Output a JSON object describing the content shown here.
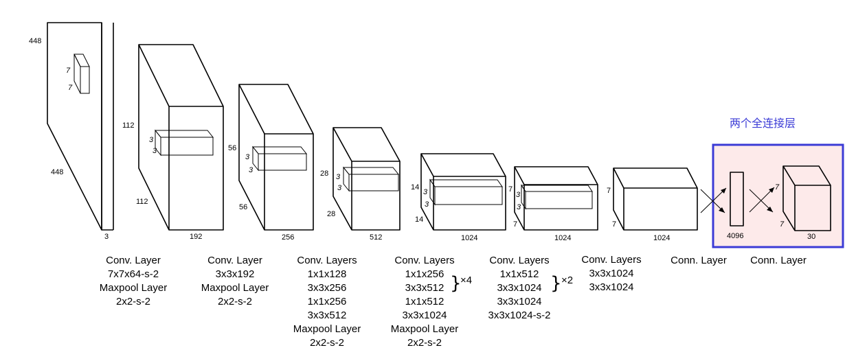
{
  "colors": {
    "annotation": "#3b3bd6",
    "highlight_fill": "#fdeaea",
    "highlight_stroke": "#3b3bd6"
  },
  "dims": {
    "input_h": "448",
    "input_w": "448",
    "input_d": "3",
    "k1_h": "7",
    "k1_w": "7",
    "b1_h": "112",
    "b1_w": "112",
    "b1_d": "192",
    "b1_k_h": "3",
    "b1_k_w": "3",
    "b2_h": "56",
    "b2_w": "56",
    "b2_d": "256",
    "b2_k_h": "3",
    "b2_k_w": "3",
    "b3_h": "28",
    "b3_w": "28",
    "b3_d": "512",
    "b3_k_h": "3",
    "b3_k_w": "3",
    "b4_h": "14",
    "b4_w": "14",
    "b4_d": "1024",
    "b4_k_h": "3",
    "b4_k_w": "3",
    "b5_h": "7",
    "b5_w": "7",
    "b5_d": "1024",
    "b5_k_h": "3",
    "b5_k_w": "3",
    "b6_h": "7",
    "b6_w": "7",
    "b6_d": "1024",
    "fc_d": "4096",
    "out_h": "7",
    "out_w": "7",
    "out_d": "30"
  },
  "captions": {
    "c1": [
      "Conv. Layer",
      "7x7x64-s-2",
      "Maxpool Layer",
      "2x2-s-2"
    ],
    "c2": [
      "Conv. Layer",
      "3x3x192",
      "Maxpool Layer",
      "2x2-s-2"
    ],
    "c3": [
      "Conv. Layers",
      "1x1x128",
      "3x3x256",
      "1x1x256",
      "3x3x512",
      "Maxpool Layer",
      "2x2-s-2"
    ],
    "c4": [
      "Conv. Layers",
      "1x1x256",
      "3x3x512",
      "1x1x512",
      "3x3x1024",
      "Maxpool Layer",
      "2x2-s-2"
    ],
    "c4_repeat": "×4",
    "c5": [
      "Conv. Layers",
      "1x1x512",
      "3x3x1024",
      "3x3x1024",
      "3x3x1024-s-2"
    ],
    "c5_repeat": "×2",
    "c6": [
      "Conv. Layers",
      "3x3x1024",
      "3x3x1024"
    ],
    "c7": [
      "Conn. Layer"
    ],
    "c8": [
      "Conn. Layer"
    ]
  },
  "annotation": {
    "text": "两个全连接层"
  }
}
